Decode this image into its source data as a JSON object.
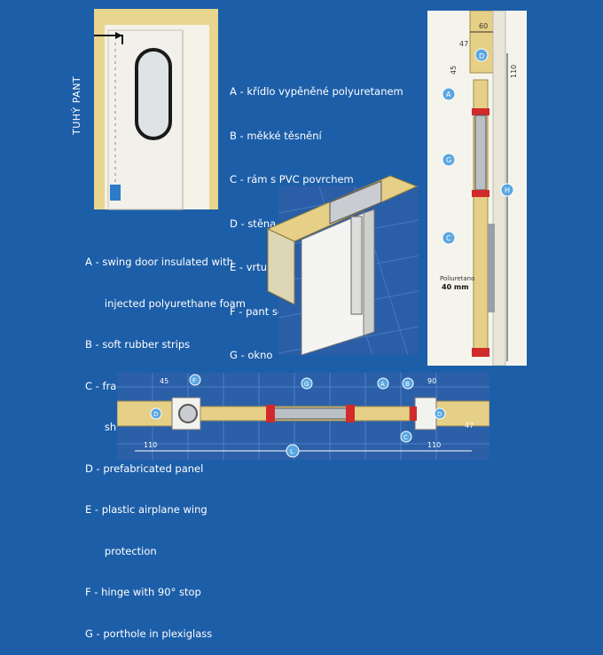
{
  "side_label": "TUHÝ PANT",
  "legend_cz": [
    "A - křídlo vypěněné polyuretanem",
    "B - měkké těsnění",
    "C - rám s PVC povrchem",
    "D - stěna",
    "E - vrtulová ochrana křídla",
    "F - pant se zarážkou v 90°",
    "G - okno"
  ],
  "legend_en": [
    "A - swing door insulated with",
    "      injected polyurethane foam",
    "B - soft rubber strips",
    "C - frame covered with plasticized",
    "      sheet steel",
    "D - prefabricated panel",
    "E - plastic airplane wing",
    "      protection",
    "F - hinge with 90° stop",
    "G - porthole in plexiglass"
  ],
  "vertical_section": {
    "dim_top": "60",
    "dim_left": "47",
    "dim_side": "110",
    "dim_small": "45",
    "foam_label": "Poliuretano",
    "foam_thickness": "40 mm",
    "markers": [
      "D",
      "A",
      "G",
      "C",
      "H"
    ]
  },
  "horizontal_section": {
    "dim_45": "45",
    "dim_90": "90",
    "dim_47": "47",
    "dim_110_left": "110",
    "dim_110_right": "110",
    "markers": [
      "F",
      "G",
      "A",
      "B",
      "D",
      "D",
      "C",
      "L"
    ]
  },
  "colors": {
    "background": "#1d5ea8",
    "foam": "#e6cf86",
    "frame_red": "#d12a2a",
    "marker": "#5aa7e0"
  }
}
